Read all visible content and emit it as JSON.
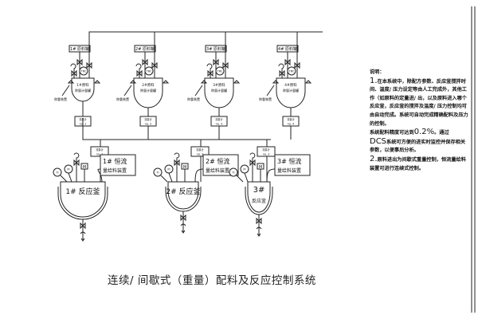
{
  "title": "连续/ 间歇式（重量）配料及反应控制系统",
  "notes": {
    "heading": "说明：",
    "p1_num": "1.",
    "p1": "在本系统中，除配方参数、反应釜搅拌时间、温度/ 压力设定等由人工完成外，其他工作（如原料的定量进/ 出，以及原料进入哪个反应釜，反应釜的搅拌及温度/ 压力控制均可由自动完成。系统可自动完成精确配料及压力的控制。",
    "accuracy_prefix": "系统配料精度可达到",
    "accuracy_value": "0.2%",
    "accuracy_suffix": "。通过",
    "dcs": "DCS",
    "dcs_text": "系统可方便的进实时监控并保存相关参数，以便事后分析。",
    "p2_num": "2.",
    "p2": "原料进出为间歇式重量控制，恒流量给料装置可进行连续式控制。"
  },
  "raw_tanks": [
    {
      "box_label": "1# 原料罐",
      "tank_label": "1#原料",
      "tank_sub": "称量计量罐",
      "weigh_label": "称重装置",
      "meter_label": "流量计",
      "meter_no": "no. 1",
      "instrument": "TRC"
    },
    {
      "box_label": "2# 原料罐",
      "tank_label": "2#原料",
      "tank_sub": "称量计量罐",
      "weigh_label": "称重装置",
      "meter_label": "流量计",
      "meter_no": "no. 2",
      "instrument": "TRC"
    },
    {
      "box_label": "3# 原料罐",
      "tank_label": "3#原料",
      "tank_sub": "称量计量罐",
      "weigh_label": "称重装置",
      "meter_label": "流量计",
      "meter_no": "no. 3",
      "instrument": "TRC"
    },
    {
      "box_label": "4# 原料罐",
      "tank_label": "4#原料",
      "tank_sub": "称量计量罐",
      "weigh_label": "称重装置",
      "meter_label": "流量计",
      "meter_no": "no. 4",
      "instrument": "TRC"
    }
  ],
  "reactors": [
    {
      "label": "1# 反应釜",
      "feeder_line1": "1# 恒流",
      "feeder_line2": "量给料装置",
      "meter_label": "流量计",
      "meter_no": "no. 1",
      "inst_a": "PI",
      "inst_b": "TI",
      "motor": "M"
    },
    {
      "label": "2# 反应釜",
      "feeder_line1": "2# 恒流",
      "feeder_line2": "量给料装置",
      "meter_label": "流量计",
      "meter_no": "no. 2",
      "inst_a": "PI",
      "inst_b": "TI",
      "motor": "M"
    },
    {
      "label": "3#",
      "label2": "反应釜",
      "feeder_line1": "3# 恒流",
      "feeder_line2": "量给料装置",
      "meter_label": "流量计",
      "meter_no": "no. 3",
      "inst_a": "PI",
      "inst_b": "TI",
      "motor": "M"
    }
  ]
}
